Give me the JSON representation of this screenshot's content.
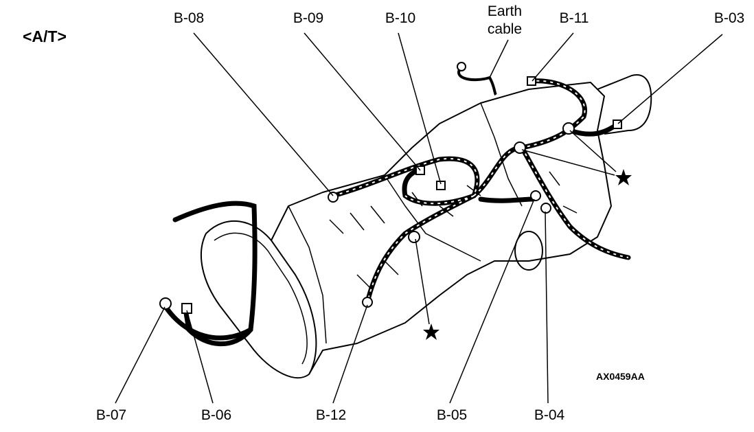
{
  "title": "<A/T>",
  "figure_code": "AX0459AA",
  "callouts": {
    "b08": "B-08",
    "b09": "B-09",
    "b10": "B-10",
    "earth_line1": "Earth",
    "earth_line2": "cable",
    "b11": "B-11",
    "b03": "B-03",
    "b07": "B-07",
    "b06": "B-06",
    "b12": "B-12",
    "b05": "B-05",
    "b04": "B-04"
  },
  "colors": {
    "ink": "#000000",
    "background": "#ffffff"
  }
}
